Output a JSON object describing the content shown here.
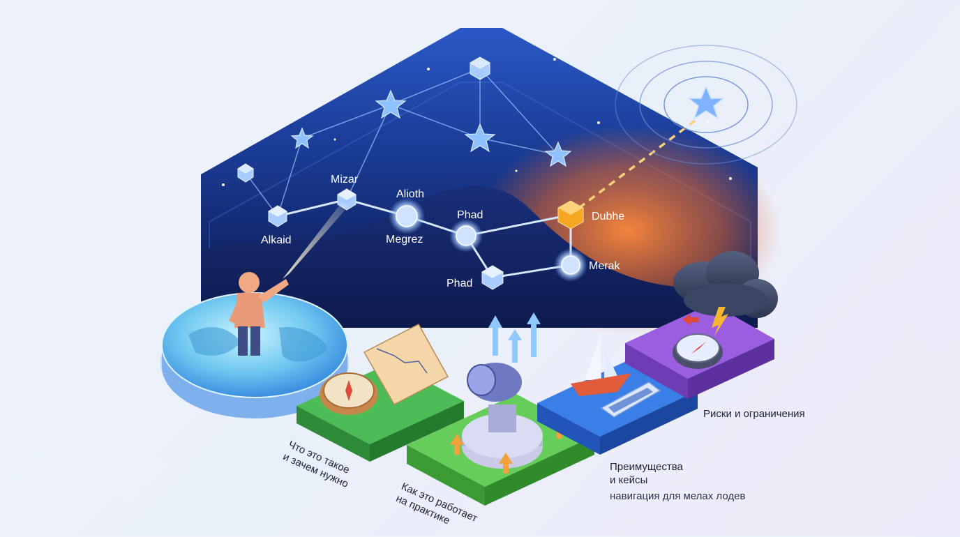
{
  "stars": {
    "mizar": "Mizar",
    "alioth": "Alioth",
    "alkaid": "Alkaid",
    "megrez": "Megrez",
    "phad_top": "Phad",
    "phad_bottom": "Phad",
    "dubhe": "Dubhe",
    "merak": "Merak"
  },
  "steps": {
    "step1": {
      "line1": "Что это такое",
      "line2": "и зачем нужно"
    },
    "step2": {
      "line1": "Как это работает",
      "line2": "на практике"
    },
    "step3": {
      "line1": "Преимущества",
      "line2": "и кейсы",
      "sub": "навигация для мелах лодев"
    },
    "step4": {
      "line1": "Риски и ограничения"
    }
  },
  "colors": {
    "sky_top": "#1b3f9a",
    "sky_bottom": "#0f1f5a",
    "glow_orange": "#f07a2e",
    "tile_green": "#3fae4a",
    "tile_blue": "#2f6fe0",
    "tile_purple": "#8a4fd6",
    "dubhe_cube": "#f5a623"
  }
}
